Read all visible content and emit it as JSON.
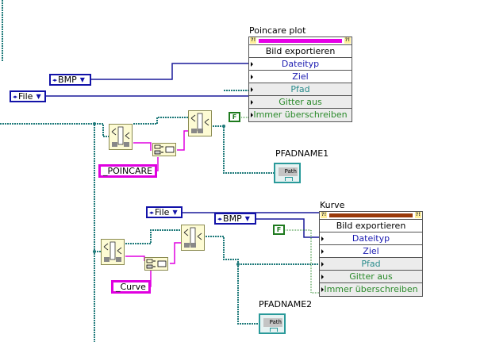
{
  "diagram": {
    "type": "labview-block-diagram",
    "constants": {
      "file_top": {
        "value": "File",
        "type": "enum-ring"
      },
      "bmp_top": {
        "value": "BMP",
        "type": "enum-ring"
      },
      "file_bottom": {
        "value": "File",
        "type": "enum-ring"
      },
      "bmp_bottom": {
        "value": "BMP",
        "type": "enum-ring"
      },
      "bool_top": {
        "value": "F"
      },
      "bool_bottom": {
        "value": "F"
      },
      "string_top": {
        "value": "_POINCARE"
      },
      "string_bottom": {
        "value": "_Curve"
      }
    },
    "property_nodes": [
      {
        "title": "Poincare plot",
        "bar_color": "#e600e6",
        "method": "Bild exportieren",
        "rows": [
          {
            "label": "Dateityp",
            "color": "#1a1ab0"
          },
          {
            "label": "Ziel",
            "color": "#1a1ab0"
          },
          {
            "label": "Pfad",
            "color": "#2a8c8c"
          },
          {
            "label": "Gitter aus",
            "color": "#2a8a2a"
          },
          {
            "label": "Immer überschreiben",
            "color": "#2a8a2a"
          }
        ]
      },
      {
        "title": "Kurve",
        "bar_color": "#9a3a0a",
        "method": "Bild exportieren",
        "rows": [
          {
            "label": "Dateityp",
            "color": "#1a1ab0"
          },
          {
            "label": "Ziel",
            "color": "#1a1ab0"
          },
          {
            "label": "Pfad",
            "color": "#2a8c8c"
          },
          {
            "label": "Gitter aus",
            "color": "#2a8a2a"
          },
          {
            "label": "Immer überschreiben",
            "color": "#2a8a2a"
          }
        ]
      }
    ],
    "indicators": [
      {
        "label": "PFADNAME1",
        "text": "Path"
      },
      {
        "label": "PFADNAME2",
        "text": "Path"
      }
    ],
    "colors": {
      "path_wire": "#1f7a7a",
      "enum_wire": "#1a1a9a",
      "string_wire": "#e000e0",
      "bool_wire": "#2a8a2a"
    }
  }
}
